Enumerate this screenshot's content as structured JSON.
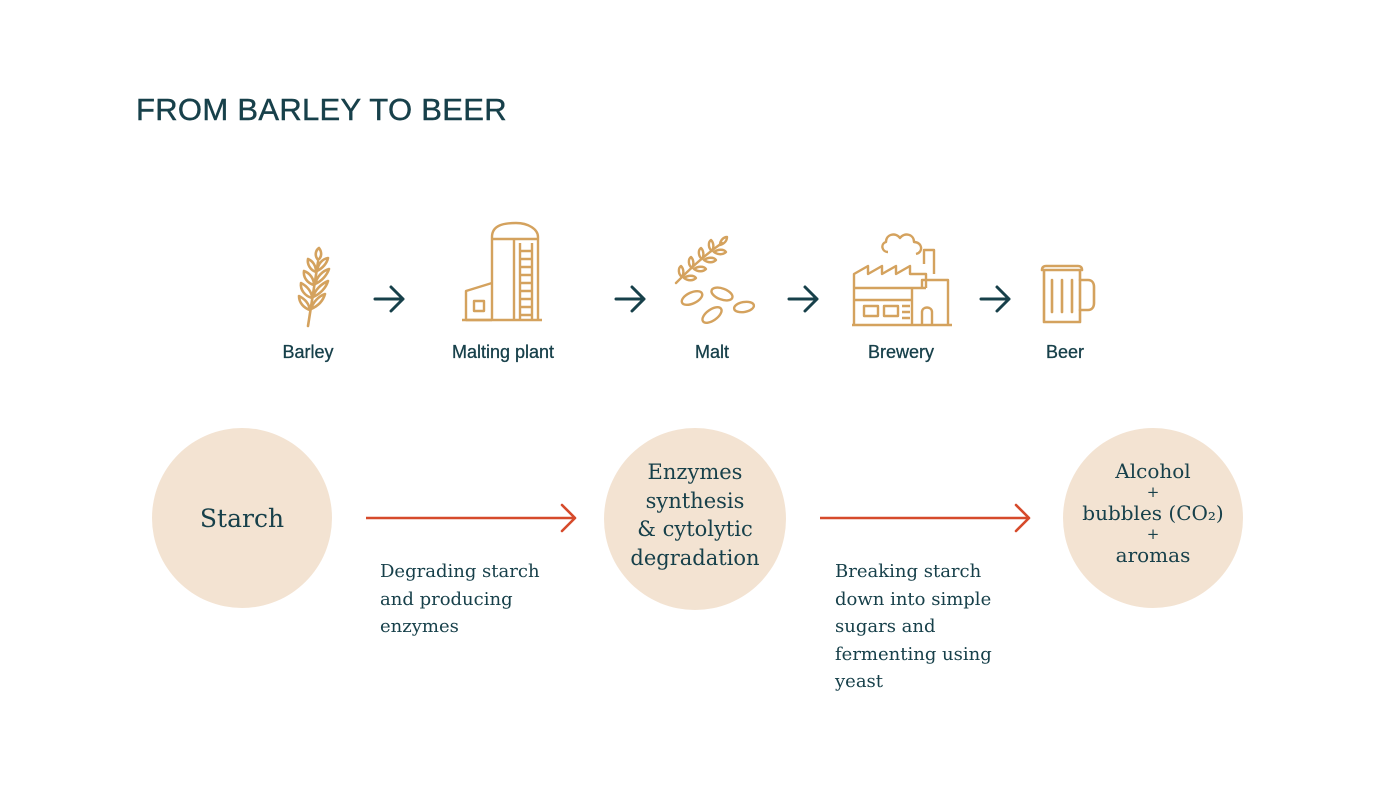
{
  "title": "FROM BARLEY TO BEER",
  "colors": {
    "navy": "#17404a",
    "gold": "#d4a25e",
    "beige": "#f3e3d2",
    "red": "#d64a2b"
  },
  "steps": [
    {
      "label": "Barley",
      "icon": "wheat-icon"
    },
    {
      "label": "Malting plant",
      "icon": "malting-silo-icon"
    },
    {
      "label": "Malt",
      "icon": "malt-grains-icon"
    },
    {
      "label": "Brewery",
      "icon": "factory-icon"
    },
    {
      "label": "Beer",
      "icon": "beer-mug-icon"
    }
  ],
  "process": {
    "nodes": [
      {
        "lines": [
          "Starch"
        ]
      },
      {
        "lines": [
          "Enzymes",
          "synthesis",
          "& cytolytic",
          "degradation"
        ]
      },
      {
        "lines": [
          "Alcohol",
          "+",
          "bubbles (CO₂)",
          "+",
          "aromas"
        ]
      }
    ],
    "descriptions": [
      {
        "lines": [
          "Degrading starch",
          "and producing",
          "enzymes"
        ]
      },
      {
        "lines": [
          "Breaking starch",
          "down into simple",
          "sugars and",
          "fermenting using",
          "yeast"
        ]
      }
    ]
  }
}
